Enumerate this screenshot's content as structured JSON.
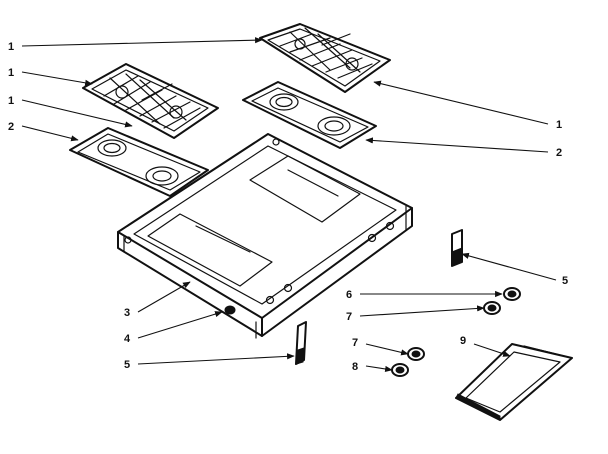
{
  "diagram": {
    "callouts": [
      {
        "id": "c1a",
        "text": "1"
      },
      {
        "id": "c1b",
        "text": "1"
      },
      {
        "id": "c1c",
        "text": "1"
      },
      {
        "id": "c2a",
        "text": "2"
      },
      {
        "id": "c3",
        "text": "3"
      },
      {
        "id": "c4",
        "text": "4"
      },
      {
        "id": "c5a",
        "text": "5"
      },
      {
        "id": "c1d",
        "text": "1"
      },
      {
        "id": "c2b",
        "text": "2"
      },
      {
        "id": "c5b",
        "text": "5"
      },
      {
        "id": "c6",
        "text": "6"
      },
      {
        "id": "c7a",
        "text": "7"
      },
      {
        "id": "c7b",
        "text": "7"
      },
      {
        "id": "c8",
        "text": "8"
      },
      {
        "id": "c9",
        "text": "9"
      }
    ],
    "parts": [
      "burner-grate",
      "burner-grate",
      "burner-box",
      "burner-box",
      "cooktop-frame",
      "bracket",
      "knob",
      "pad",
      "pad",
      "plug",
      "griddle"
    ]
  }
}
